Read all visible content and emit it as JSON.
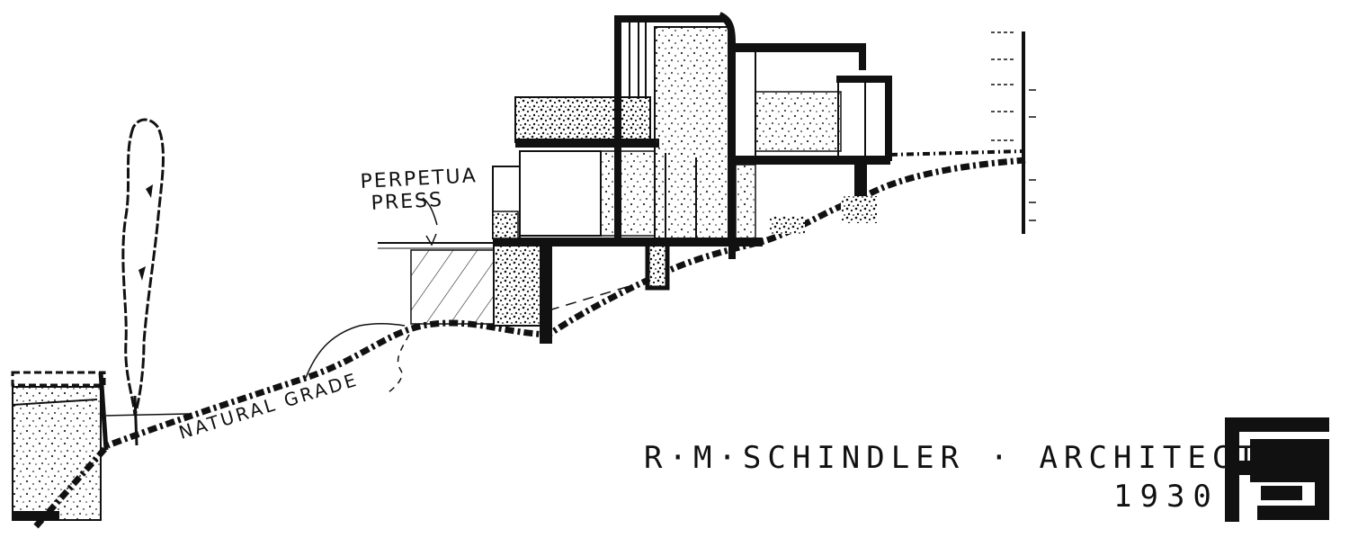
{
  "drawing": {
    "labels": {
      "building_line1": "PERPETUA",
      "building_line2": "PRESS",
      "grade": "NATURAL GRADE",
      "architect": "R·M·SCHINDLER · ARCHITECT",
      "year": "1930"
    },
    "monogram": "RS",
    "colors": {
      "ink": "#111111",
      "paper": "#ffffff"
    }
  }
}
